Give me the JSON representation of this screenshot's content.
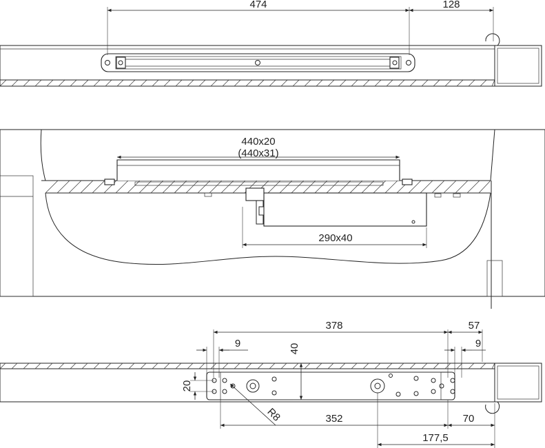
{
  "top_view": {
    "dim_rail_length": "474",
    "dim_offset": "128"
  },
  "middle_view": {
    "dim_channel_line1": "440x20",
    "dim_channel_line2": "(440x31)",
    "dim_body": "290x40"
  },
  "bottom_view": {
    "dim_378": "378",
    "dim_57": "57",
    "dim_9_left": "9",
    "dim_9_right": "9",
    "dim_40": "40",
    "dim_20": "20",
    "dim_radius": "R8",
    "dim_352": "352",
    "dim_70": "70",
    "dim_177": "177,5"
  }
}
